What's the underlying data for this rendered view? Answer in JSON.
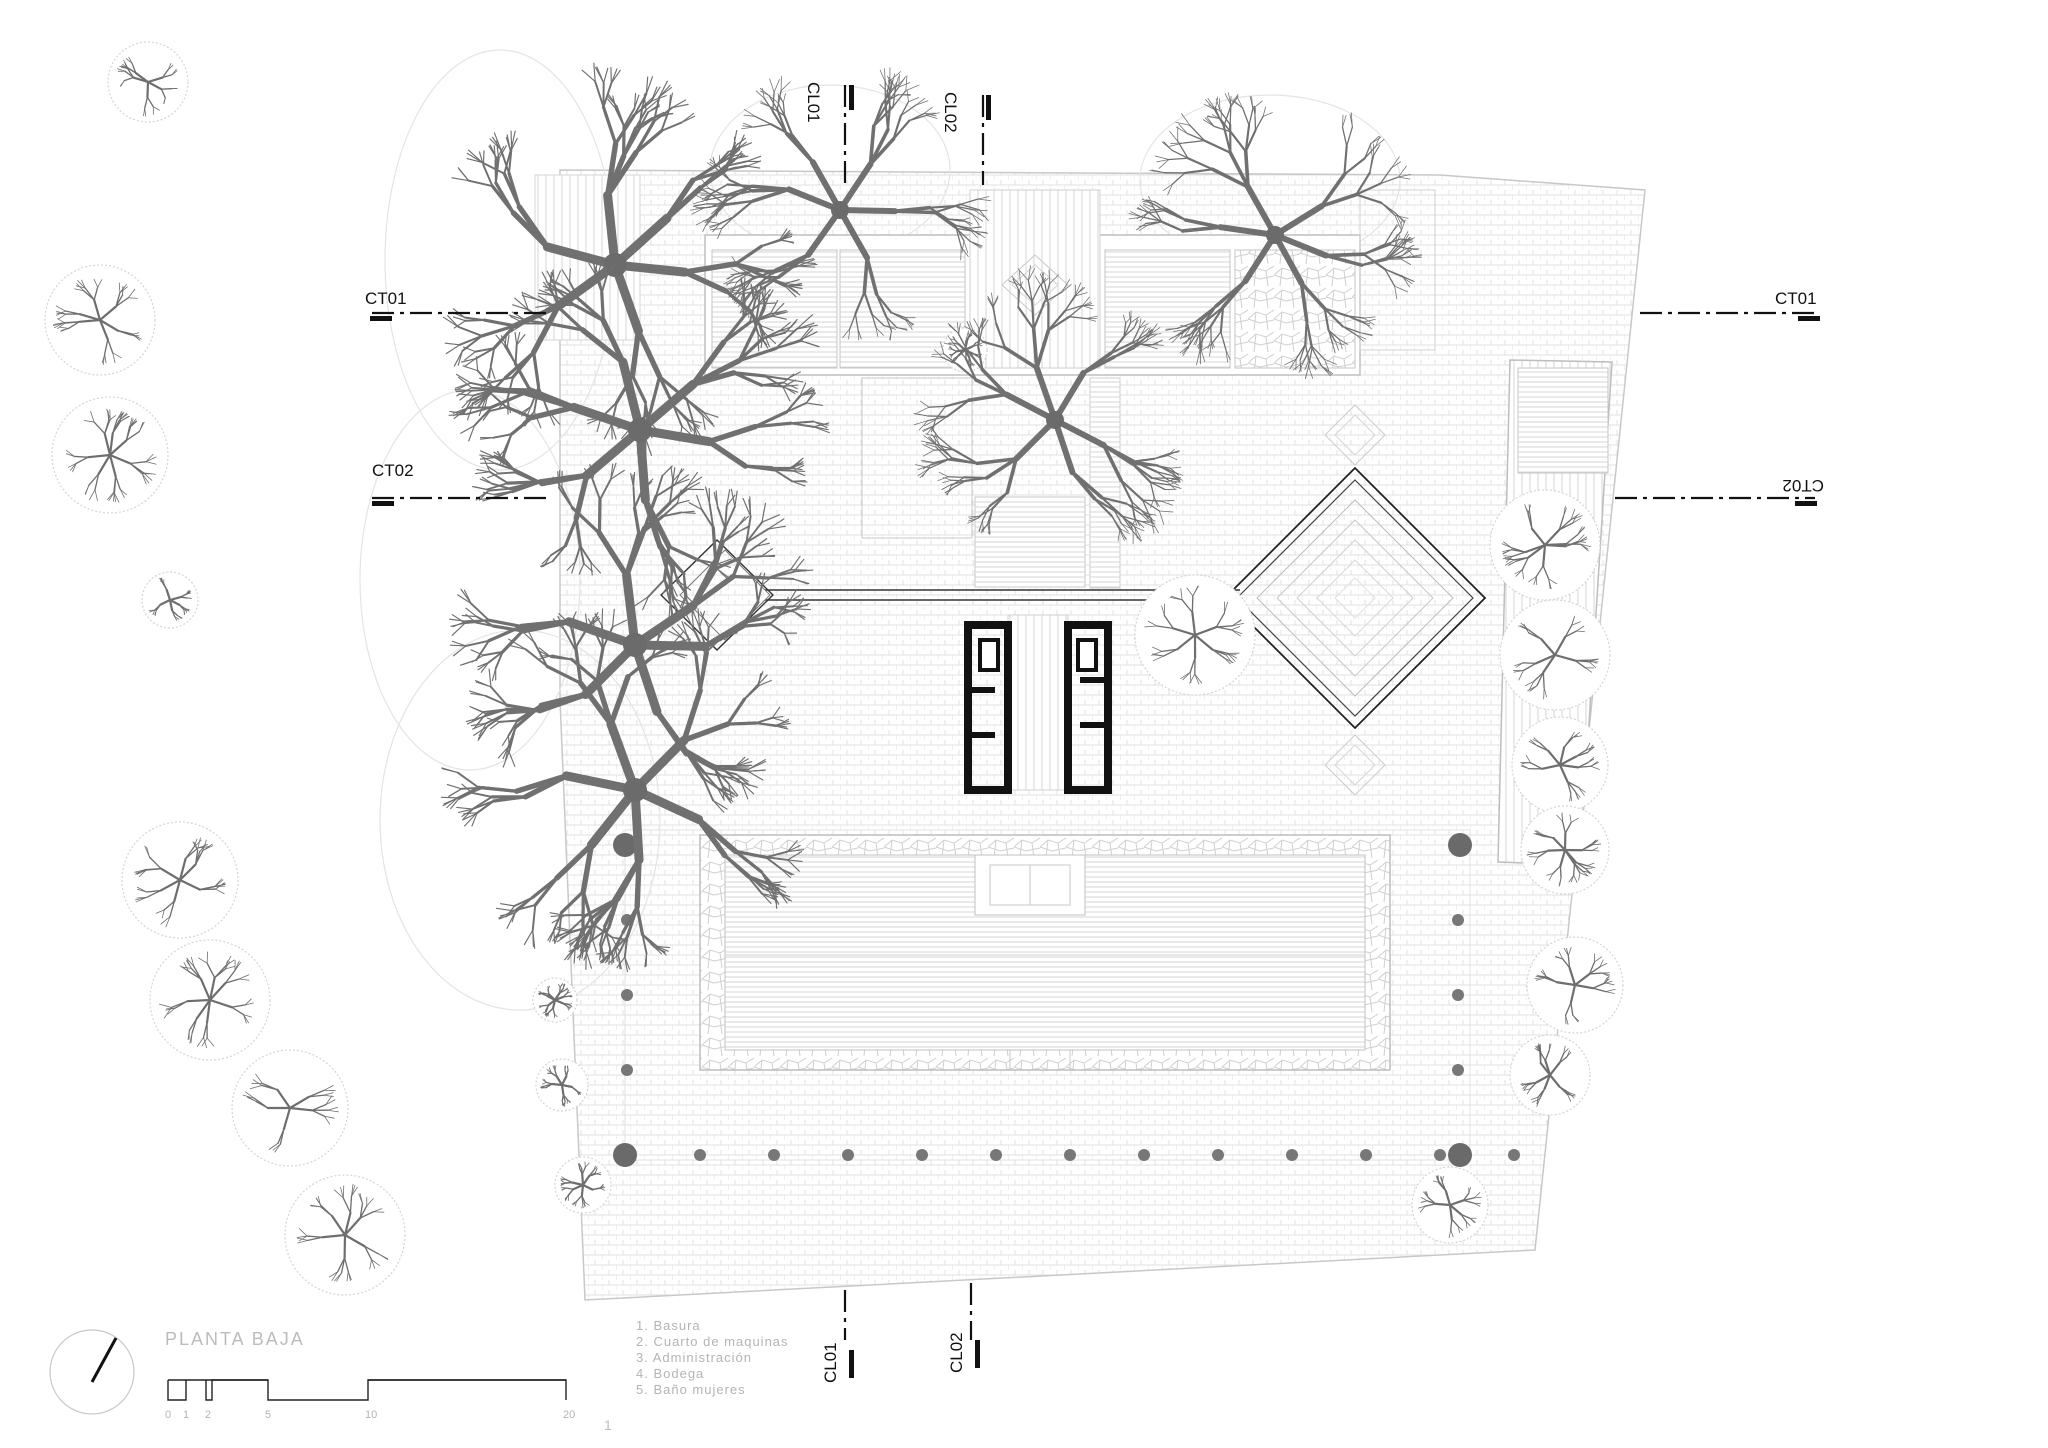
{
  "sheet": {
    "title": "PLANTA BAJA",
    "page_number": "1"
  },
  "section_markers": {
    "ct01": "CT01",
    "ct02": "CT02",
    "cl01": "CL01",
    "cl02": "CL02"
  },
  "legend": [
    "1. Basura",
    "2. Cuarto de maquinas",
    "3. Administración",
    "4. Bodega",
    "5. Baño mujeres"
  ],
  "scale_bar": {
    "ticks": [
      "0",
      "1",
      "2",
      "5",
      "10",
      "20"
    ]
  },
  "colors": {
    "line": "#bdbdbd",
    "dark": "#111111",
    "tree": "#6b6b6b",
    "label": "#b4b4b4"
  }
}
